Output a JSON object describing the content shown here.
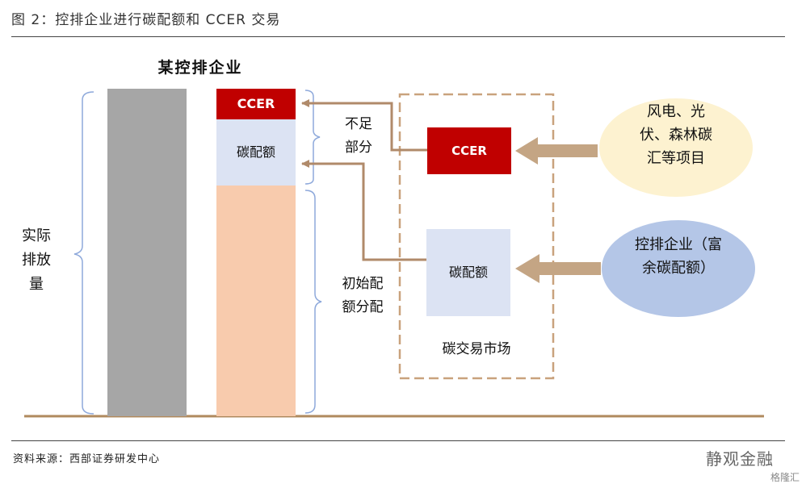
{
  "figure": {
    "title": "图 2：控排企业进行碳配额和 CCER 交易",
    "source": "资料来源：西部证券研发中心",
    "watermark_main": "静观金融",
    "watermark_sub": "格隆汇"
  },
  "diagram": {
    "company_title": "某控排企业",
    "actual_emission": "实际排放量",
    "bar_ccer": "CCER",
    "bar_allowance": "碳配额",
    "shortfall": "不足部分",
    "initial_allocation": "初始配额分配",
    "market_ccer": "CCER",
    "market_allowance": "碳配额",
    "market_label": "碳交易市场",
    "source_projects": "风电、光伏、森林碳汇等项目",
    "source_companies": "控排企业（富余碳配额）"
  },
  "colors": {
    "gray_bar": "#a6a6a6",
    "ccer_red": "#c00000",
    "allowance_blue": "#dce3f3",
    "initial_peach": "#f8cbad",
    "arrow_brown": "#c4a584",
    "ellipse_yellow": "#fdf2d0",
    "ellipse_blue": "#b4c6e7",
    "ground": "#b08a5e"
  }
}
